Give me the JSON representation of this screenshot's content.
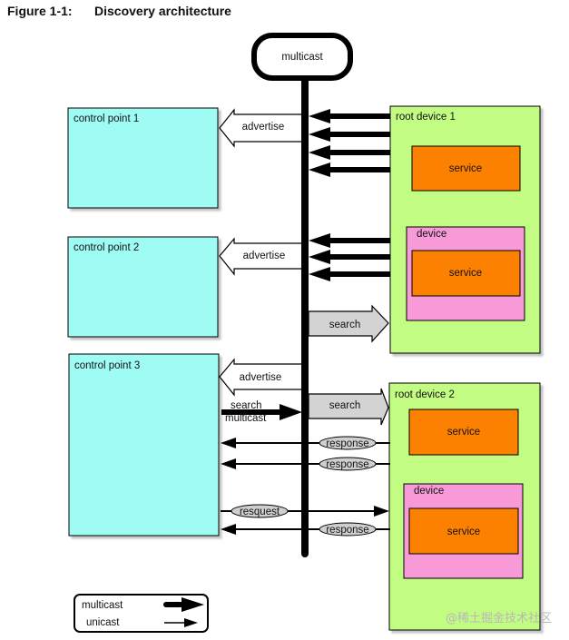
{
  "title": {
    "number": "Figure 1-1:",
    "text": "Discovery architecture"
  },
  "bus": {
    "label": "multicast"
  },
  "colors": {
    "control_point_fill": "#9ffcf4",
    "root_device_fill": "#c2fc82",
    "device_fill": "#f99ad8",
    "service_fill": "#fd8100",
    "search_arrow_fill": "#d3d3d3",
    "bubble_fill": "#cfcfcf",
    "line": "#000000"
  },
  "control_points": [
    {
      "label": "control point 1"
    },
    {
      "label": "control point 2"
    },
    {
      "label": "control point 3"
    }
  ],
  "root_devices": [
    {
      "label": "root device 1",
      "service_label": "service",
      "device": {
        "label": "device",
        "service_label": "service"
      }
    },
    {
      "label": "root device 2",
      "service_label": "service",
      "device": {
        "label": "device",
        "service_label": "service"
      }
    }
  ],
  "messages": {
    "advertise": [
      "advertise",
      "advertise",
      "advertise"
    ],
    "search": [
      "search",
      "search"
    ],
    "search_multicast": [
      "search",
      "multicast"
    ],
    "responses": [
      "response",
      "response",
      "response"
    ],
    "request": "resquest"
  },
  "legend": {
    "multicast": "multicast",
    "unicast": "unicast"
  },
  "watermark": "@稀土掘金技术社区"
}
